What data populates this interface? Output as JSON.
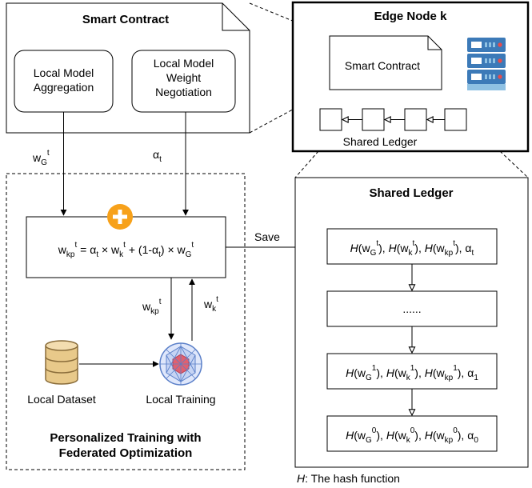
{
  "smart_contract_panel": {
    "title": "Smart Contract",
    "box_aggregation": [
      "Local Model",
      "Aggregation"
    ],
    "box_negotiation": [
      "Local Model",
      "Weight",
      "Negotiation"
    ]
  },
  "edge_node": {
    "title": "Edge Node k",
    "contract_label": "Smart Contract",
    "ledger_label": "Shared Ledger"
  },
  "signals": {
    "global_weight": {
      "base": "w",
      "sub": "G",
      "sup": "t"
    },
    "alpha": {
      "base": "α",
      "sub": "t"
    },
    "save": "Save",
    "kp_weight": {
      "base": "w",
      "sub": "kp",
      "sup": "t"
    },
    "k_weight": {
      "base": "w",
      "sub": "k",
      "sup": "t"
    }
  },
  "training_panel": {
    "formula": "w_kp^t = α_t × w_k^t + (1-α_t) × w_G^t",
    "plus_symbol": "+",
    "dataset_label": "Local Dataset",
    "training_label": "Local Training",
    "footer": [
      "Personalized Training with",
      "Federated Optimization"
    ]
  },
  "shared_ledger": {
    "title": "Shared Ledger",
    "blocks": [
      {
        "superscript": "t",
        "alpha_sub": "t"
      },
      {
        "ellipsis": "......"
      },
      {
        "superscript": "1",
        "alpha_sub": "1"
      },
      {
        "superscript": "0",
        "alpha_sub": "0"
      }
    ],
    "hash_fn": "H",
    "footnote_symbol": "H",
    "footnote_text": ": The hash function"
  },
  "colors": {
    "plus_badge": "#f7a11a",
    "server_blue": "#3c7ab8",
    "server_light": "#8fc1e3",
    "server_led": "#e94b4b",
    "db_fill": "#e8c98a",
    "db_stroke": "#8a6d3b",
    "ai_core": "#e06070",
    "ai_mesh": "#5a7fc8"
  }
}
